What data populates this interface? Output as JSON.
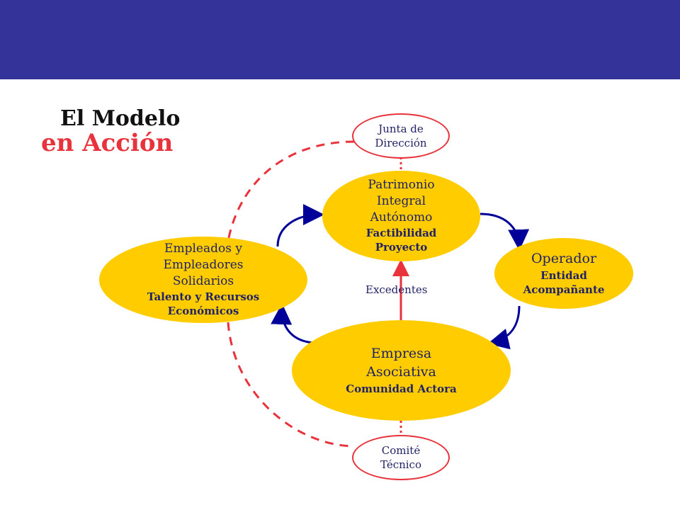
{
  "title": {
    "line1": "El Modelo",
    "line2": "en Acción"
  },
  "nodes": {
    "junta": {
      "line1": "Junta de",
      "line2": "Dirección"
    },
    "patrimonio": {
      "line1": "Patrimonio",
      "line2": "Integral",
      "line3": "Autónomo",
      "line4": "Factibilidad",
      "line5": "Proyecto"
    },
    "empleados": {
      "line1": "Empleados y",
      "line2": "Empleadores",
      "line3": "Solidarios",
      "line4": "Talento y Recursos",
      "line5": "Económicos"
    },
    "operador": {
      "line1": "Operador",
      "line2": "Entidad",
      "line3": "Acompañante"
    },
    "empresa": {
      "line1": "Empresa",
      "line2": "Asociativa",
      "line3": "Comunidad Actora"
    },
    "comite": {
      "line1": "Comité",
      "line2": "Técnico"
    }
  },
  "edge_labels": {
    "excedentes": "Excedentes"
  },
  "colors": {
    "header": "#333399",
    "title_accent": "#e8323c",
    "node_fill": "#ffcc00",
    "arrow_blue": "#000099",
    "dashed_red": "#e8323c"
  }
}
